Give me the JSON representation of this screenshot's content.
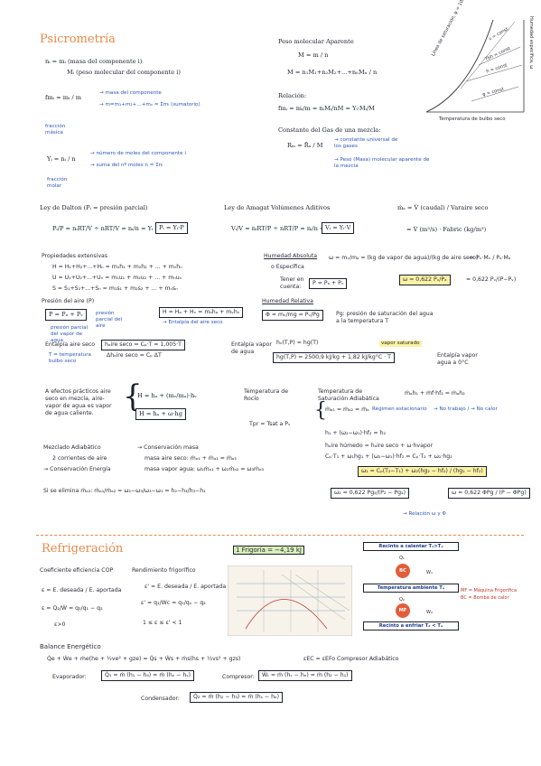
{
  "psicro": {
    "title": "Psicrometría",
    "ni_l1": "nᵢ = mᵢ (masa del componente i)",
    "ni_l2": "Mᵢ (peso molecular del componente i)",
    "fm_eq": "fmᵢ = mᵢ / m",
    "fm_a1": "→ masa del componente",
    "fm_a2": "→ m=m₁+m₂+...+mₙ = Σmᵢ (sumatorio)",
    "fm_lbl": "fracción másica",
    "y_eq": "Yᵢ = nᵢ / n",
    "y_a1": "→ número de moles del componente i",
    "y_a2": "→ suma del nº moles  n = Σnᵢ",
    "y_lbl": "fracción molar",
    "pm_title": "Peso molecular Aparente",
    "pm_eq1": "M = m / n",
    "pm_eq2": "M = n₁M₁+n₂M₂+...+nₙMₙ / n",
    "rel_title": "Relación:",
    "rel_eq": "fmᵢ = mᵢ/m = nᵢMᵢ/nM = Yᵢ·Mᵢ/M",
    "cte_title": "Constante del Gas de una mezcla:",
    "cte_eq": "Rₘ = R̄ᵤ / M",
    "cte_a1": "→ constante universal de los gases",
    "cte_a2": "→ Peso (Masa) molecular aparente de la mezcla",
    "dalton_title": "Ley de Dalton (Pᵢ = presión parcial)",
    "dalton_eq": "Pᵢ/P = nᵢRT/V ÷ nRT/V = nᵢ/n = Yᵢ",
    "dalton_box": "Pᵢ = Yᵢ·P",
    "amagat_title": "Ley de Amagat Volúmenes Aditivos",
    "amagat_eq": "Vᵢ/V = nᵢRT/P ÷ nRT/P = nᵢ/n = Yᵢ",
    "amagat_box": "Vᵢ = Yᵢ·V",
    "caudal_eq1": "ṁₐ = V̇ (caudal) / Varaire seco",
    "caudal_eq2": "= V̇ (m³/s) · Fabric (kg/m³)",
    "prop_title": "Propiedades extensivas",
    "prop_l1": "H = H₁+H₂+...+Hₙ = m₁h₁ + m₂h₂ + ... + mₙhₙ",
    "prop_l2": "U = U₁+U₂+...+Uₙ = m₁u₁ + m₂u₂ + ... + mₙuₙ",
    "prop_l3": "S = S₁+S₂+...+Sₙ = m₁s₁ + m₂s₂ + ... + mₙsₙ",
    "paire_title": "Presión del aire (P)",
    "paire_box": "P = Pₐ + Pᵥ",
    "paire_lbl1": "presión parcial del aire",
    "paire_lbl2": "presión parcial del vapor de agua",
    "h_box": "H = Hₐ + Hᵥ = mₐhₐ + mᵥhᵥ",
    "h_lbl": "→ Entalpía del aire seco",
    "entalpia_title": "Entalpía aire seco",
    "entalpia_lbl": "T = temperatura bulbo seco",
    "entalpia_eq1": "hₐire seco = Cₚ·T ≈ 1,005·T",
    "entalpia_eq2": "Δhₐire seco = Cₚ ΔT",
    "sat_title": "Entalpía vapor de agua",
    "sat_eq1": "hᵥ(T,P) ≈ hg(T)",
    "sat_lbl": "vapor saturado",
    "sat_eq2": "hg(T,P) = 2500,9 kJ/kg + 1,82 kJ/kg°C · T",
    "sat_side": "Entalpía vapor agua a 0°C",
    "hum_abs_title": "Humedad Absoluta",
    "hum_abs_lbl": "o Específica",
    "hum_abs_eq": "ω = mᵥ/mₐ = (kg de vapor de agua)/(kg de aire seco)",
    "hum_abs_frac": "= Pᵥ·Mᵥ / Pₐ·Mₐ",
    "hum_abs_box": "ω = 0,622 Pᵥ/Pₐ",
    "hum_abs_r": "= 0,622 Pᵥ/(P−Pᵥ)",
    "hum_abs_ctx": "Tener en cuenta:",
    "hum_abs_pp": "P = Pₐ + Pᵥ",
    "hum_rel_title": "Humedad Relativa",
    "hum_rel_box": "Φ = mᵥ/mg = Pᵥ/Pg",
    "hum_rel_lbl": "Pg: presión de saturación del agua a la temperatura T",
    "efectos": "A efectos prácticos aire seco en mezcla, aire-vapor de agua es vapor de agua caliente.",
    "efectos_eq1": "H = hₐ + (mᵥ/mₐ)·hᵥ",
    "efectos_box": "H = hₐ + ω·hg",
    "rocio_title": "Temperatura de Rocío",
    "rocio_eq": "Tpr = Tsat a Pᵥ",
    "adiab_title": "Temperatura de Saturación Adiabática",
    "adiab_eq": "ṁₐh₁ + ṁf·hf₂ = ṁₐh₂",
    "adiab_l1": "ṁₐ₁ = ṁₐ₂ = ṁₐ",
    "adiab_l2": "Régimen estacionario",
    "adiab_l3": "→ No trabajo / → No calor",
    "adiab_l4": "h₁ + (ω₂−ω₁)·hf₂ = h₂",
    "adiab_l5": "hₐire húmedo = hₐire seco + ω·hvapor",
    "adiab_l6": "Cₚ·T₁ + ω₁hg₁ + (ω₂−ω₁)·hf₂ = Cₚ·T₂ + ω₂·hg₂",
    "adiab_box": "ω₁ = Cₚ(T₂−T₁) + ω₂(hg₂ − hf₂) / (hg₁ − hf₂)",
    "adiab_w2": "ω₂ = 0,622 Pg₂/(P₂ − Pg₂)",
    "adiab_w": "ω = 0,622 ΦPg / (P − ΦPg)",
    "adiab_rel": "→ Relación ω y Φ",
    "mezclado_title": "Mezclado Adiabático",
    "mezclado_l1": "2 corrientes de aire",
    "mezclado_l2": "→ Conservación Energía",
    "mezclado_c1": "→ Conservación masa",
    "mezclado_c2": "masa aire seco: ṁₐ₁ + ṁₐ₂ = ṁₐ₃",
    "mezclado_c3": "masa vapor agua: ω₁ṁₐ₁ + ω₂ṁₐ₂ = ω₃ṁₐ₃",
    "mezclado_r": "Si se elimina ṁₐ₃: ṁₐ₁/ṁₐ₂ = ω₂−ω₃/ω₃−ω₁ = h₂−h₃/h₃−h₁"
  },
  "chart": {
    "curve_label": "Línea de saturación, φ = 100%",
    "ylabel": "Humedad específica, ω",
    "xlabel": "Temperatura de bulbo seco",
    "v_label": "v = const",
    "tbh_label": "Tbh = const",
    "h_label": "h = const",
    "phi_label": "φ = const"
  },
  "refri": {
    "title": "Refrigeración",
    "frig": "1 Frigoría = −4,19 kJ",
    "cop_title": "Coeficiente eficiencia COP",
    "cop_e1": "ε = E. deseada / E. aportada",
    "cop_e2": "ε = Q₂/Ẇ = q₂/q₁ − q₂",
    "cop_e3": "ε>0",
    "rend_title": "Rendimiento frigorífico",
    "rend_e1": "ε' = E. deseada / E. aportada",
    "rend_e2": "ε' = q₁/Wc = q₁/q₁ − q₂",
    "rend_e3": "1 ≤ ε ≤ ε' < 1",
    "balance_title": "Balance Energético",
    "balance_eq": "Q̇e + Ẇe + ṁe(he + ½ve² + gze) = Q̇s + Ẇs + ṁs(hs + ½vs² + gzs)",
    "balance_r": "εEC = εEFo  Compresor Adiabático",
    "evap_lbl": "Evaporador:",
    "evap_box": "Q̇₁ = ṁ (h₁ − h₄) = ṁ (hₑ − hₛ)",
    "comp_lbl": "Compresor:",
    "comp_box": "Ẇₜ = ṁ (hₛ − hₑ) = ṁ (h₂ − h₁)",
    "cond_lbl": "Condensador:",
    "cond_box": "Q̇₂ = ṁ (h₂ − h₃) = ṁ (hₛ − hₑ)"
  },
  "diagram": {
    "top": "Recinto a calentar T₁>Tₐ",
    "q1": "Q₁",
    "bc": "BC",
    "w1": "W₁",
    "ambient": "Temperatura ambiente Tₐ",
    "q2": "Q₂",
    "mf": "MF",
    "w2": "W₂",
    "bottom": "Recinto a enfriar T₂ < Tₐ",
    "legend1": "MF = Máquina Frigorífica",
    "legend2": "BC = Bomba de calor"
  }
}
